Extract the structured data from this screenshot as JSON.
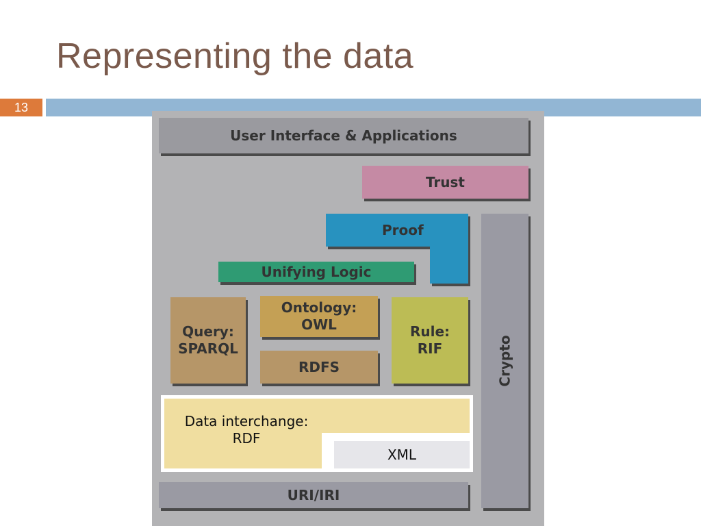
{
  "slide": {
    "title": "Representing the data",
    "number": "13",
    "accent_color": "#dd7a3a",
    "bar_color": "#92b6d4"
  },
  "stack": {
    "layers": {
      "ui": {
        "label": "User Interface & Applications",
        "color": "#9a9a9f"
      },
      "trust": {
        "label": "Trust",
        "color": "#c58aa4"
      },
      "proof": {
        "label": "Proof",
        "color": "#2892bf"
      },
      "logic": {
        "label": "Unifying Logic",
        "color": "#2f9b73"
      },
      "query": {
        "label": "Query:\nSPARQL",
        "color": "#b69668"
      },
      "ontology": {
        "label": "Ontology:\nOWL",
        "color": "#c4a055"
      },
      "rdfs": {
        "label": "RDFS",
        "color": "#b69668"
      },
      "rule": {
        "label": "Rule:\nRIF",
        "color": "#bcbc55"
      },
      "crypto": {
        "label": "Crypto",
        "color": "#9a9aa3"
      },
      "rdf": {
        "label": "Data interchange:\nRDF",
        "color": "#f0dea0"
      },
      "xml": {
        "label": "XML",
        "color": "#e6e6ea"
      },
      "uri": {
        "label": "URI/IRI",
        "color": "#9a9aa3"
      }
    }
  }
}
